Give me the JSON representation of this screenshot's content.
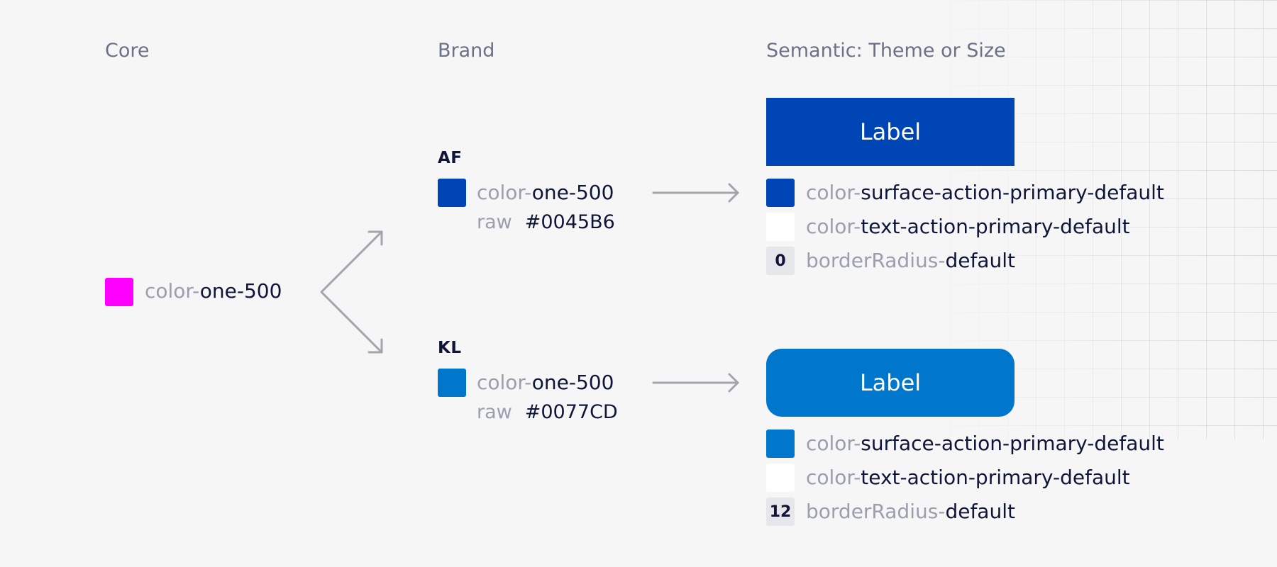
{
  "columns": {
    "core": "Core",
    "brand": "Brand",
    "semantic": "Semantic: Theme or Size"
  },
  "core": {
    "token_prefix": "color-",
    "token_name": "one-500",
    "swatch_color": "#FF00FF"
  },
  "brands": [
    {
      "code": "AF",
      "token_prefix": "color-",
      "token_name": "one-500",
      "raw_label": "raw",
      "raw_value": "#0045B6",
      "swatch_color": "#0045B6",
      "button_label": "Label",
      "semantic": [
        {
          "prefix": "color-",
          "name": "surface-action-primary-default",
          "swatch_color": "#0045B6"
        },
        {
          "prefix": "color-",
          "name": "text-action-primary-default",
          "swatch_color": "#FFFFFF"
        },
        {
          "prefix": "borderRadius-",
          "name": "default",
          "value": "0"
        }
      ]
    },
    {
      "code": "KL",
      "token_prefix": "color-",
      "token_name": "one-500",
      "raw_label": "raw",
      "raw_value": "#0077CD",
      "swatch_color": "#0077CD",
      "button_label": "Label",
      "semantic": [
        {
          "prefix": "color-",
          "name": "surface-action-primary-default",
          "swatch_color": "#0077CD"
        },
        {
          "prefix": "color-",
          "name": "text-action-primary-default",
          "swatch_color": "#FFFFFF"
        },
        {
          "prefix": "borderRadius-",
          "name": "default",
          "value": "12"
        }
      ]
    }
  ],
  "colors": {
    "arrow": "#a3a5ad",
    "text_muted": "#9a9ead",
    "text_dark": "#0f1537"
  }
}
